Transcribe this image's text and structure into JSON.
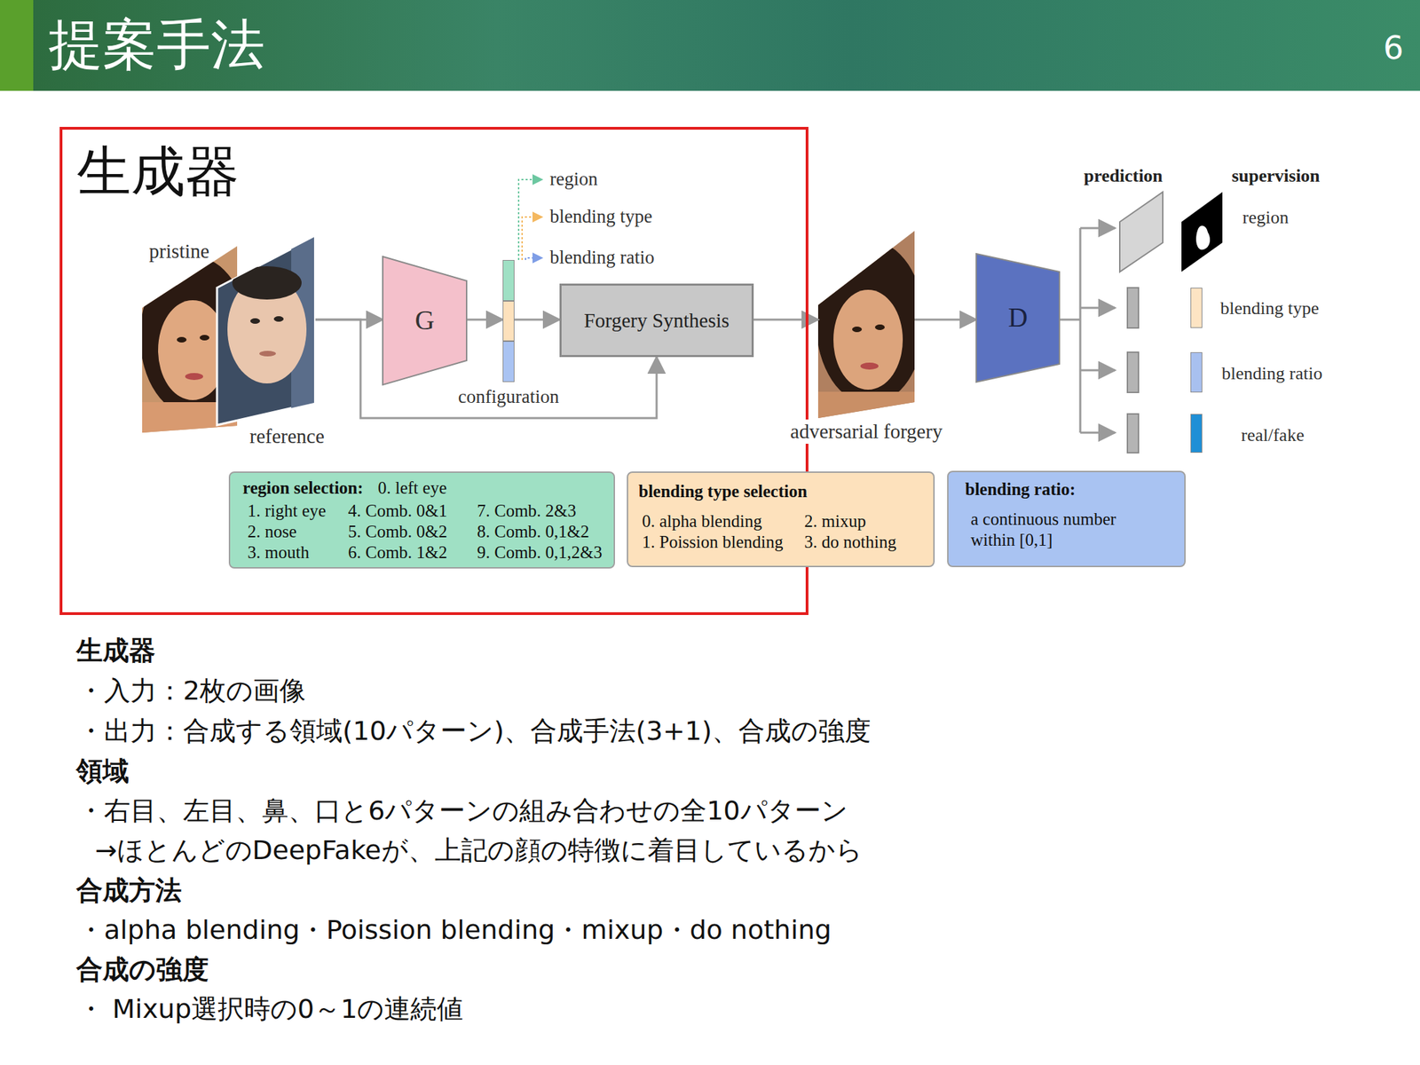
{
  "diagram": {
    "title": "提案手法",
    "nodes": [
      {
        "text": [
          "生成器"
        ]
      },
      {
        "text": [
          "pristine",
          "reference"
        ],
        "in": 0
      },
      {
        "text": [
          "G"
        ],
        "in": 0
      },
      {
        "text": [
          "configuration"
        ],
        "in": 0
      },
      {
        "text": [
          "Forgery Synthesis"
        ],
        "in": 0
      },
      {
        "text": [
          "region selection:",
          "0. left eye",
          "1. right eye",
          "2. nose",
          "3. mouth",
          "4. Comb. 0&1",
          "5. Comb. 0&2",
          "6. Comb. 1&2",
          "7. Comb. 2&3",
          "8. Comb. 0,1&2",
          "9. Comb. 0,1,2&3"
        ],
        "in": 0
      },
      {
        "text": [
          "adversarial forgery"
        ]
      },
      {
        "text": [
          "D"
        ]
      },
      {
        "text": [
          "blending type selection",
          "0. alpha blending",
          "1. Poission blending",
          "2. mixup",
          "3. do nothing"
        ]
      },
      {
        "text": [
          "blending ratio:",
          "a continuous number within [0,1]"
        ]
      }
    ],
    "edges": [
      {
        "from": 1,
        "to": 2,
        "arrow": "to"
      },
      {
        "from": 2,
        "to": 3,
        "arrow": "to"
      },
      {
        "from": 3,
        "to": 4,
        "arrow": "to"
      },
      {
        "from": 1,
        "to": 4,
        "arrow": "to"
      },
      {
        "from": 4,
        "to": 6,
        "arrow": "to"
      },
      {
        "from": 6,
        "to": 7,
        "arrow": "to"
      }
    ],
    "labels": [
      "6",
      "region",
      "blending type",
      "blending ratio",
      "prediction",
      "supervision",
      "生成器",
      "・入力：2枚の画像",
      "・出力：合成する領域(10パターン)、合成手法(3+1)、合成の強度",
      "領域",
      "・右目、左目、鼻、口と6パターンの組み合わせの全10パターン",
      "→ほとんどのDeepFakeが、上記の顔の特徴に着目しているから",
      "合成方法",
      "・alpha blending・Poission blending・mixup・do nothing",
      "合成の強度",
      "・ Mixup選択時の0～1の連続値"
    ],
    "legend": [
      {
        "text": "region"
      },
      {
        "text": "blending type",
        "color": "#fde4c3"
      },
      {
        "text": "blending ratio",
        "color": "#a8c0ef"
      },
      {
        "text": "real/fake",
        "color": "#1f8fd6"
      }
    ]
  }
}
